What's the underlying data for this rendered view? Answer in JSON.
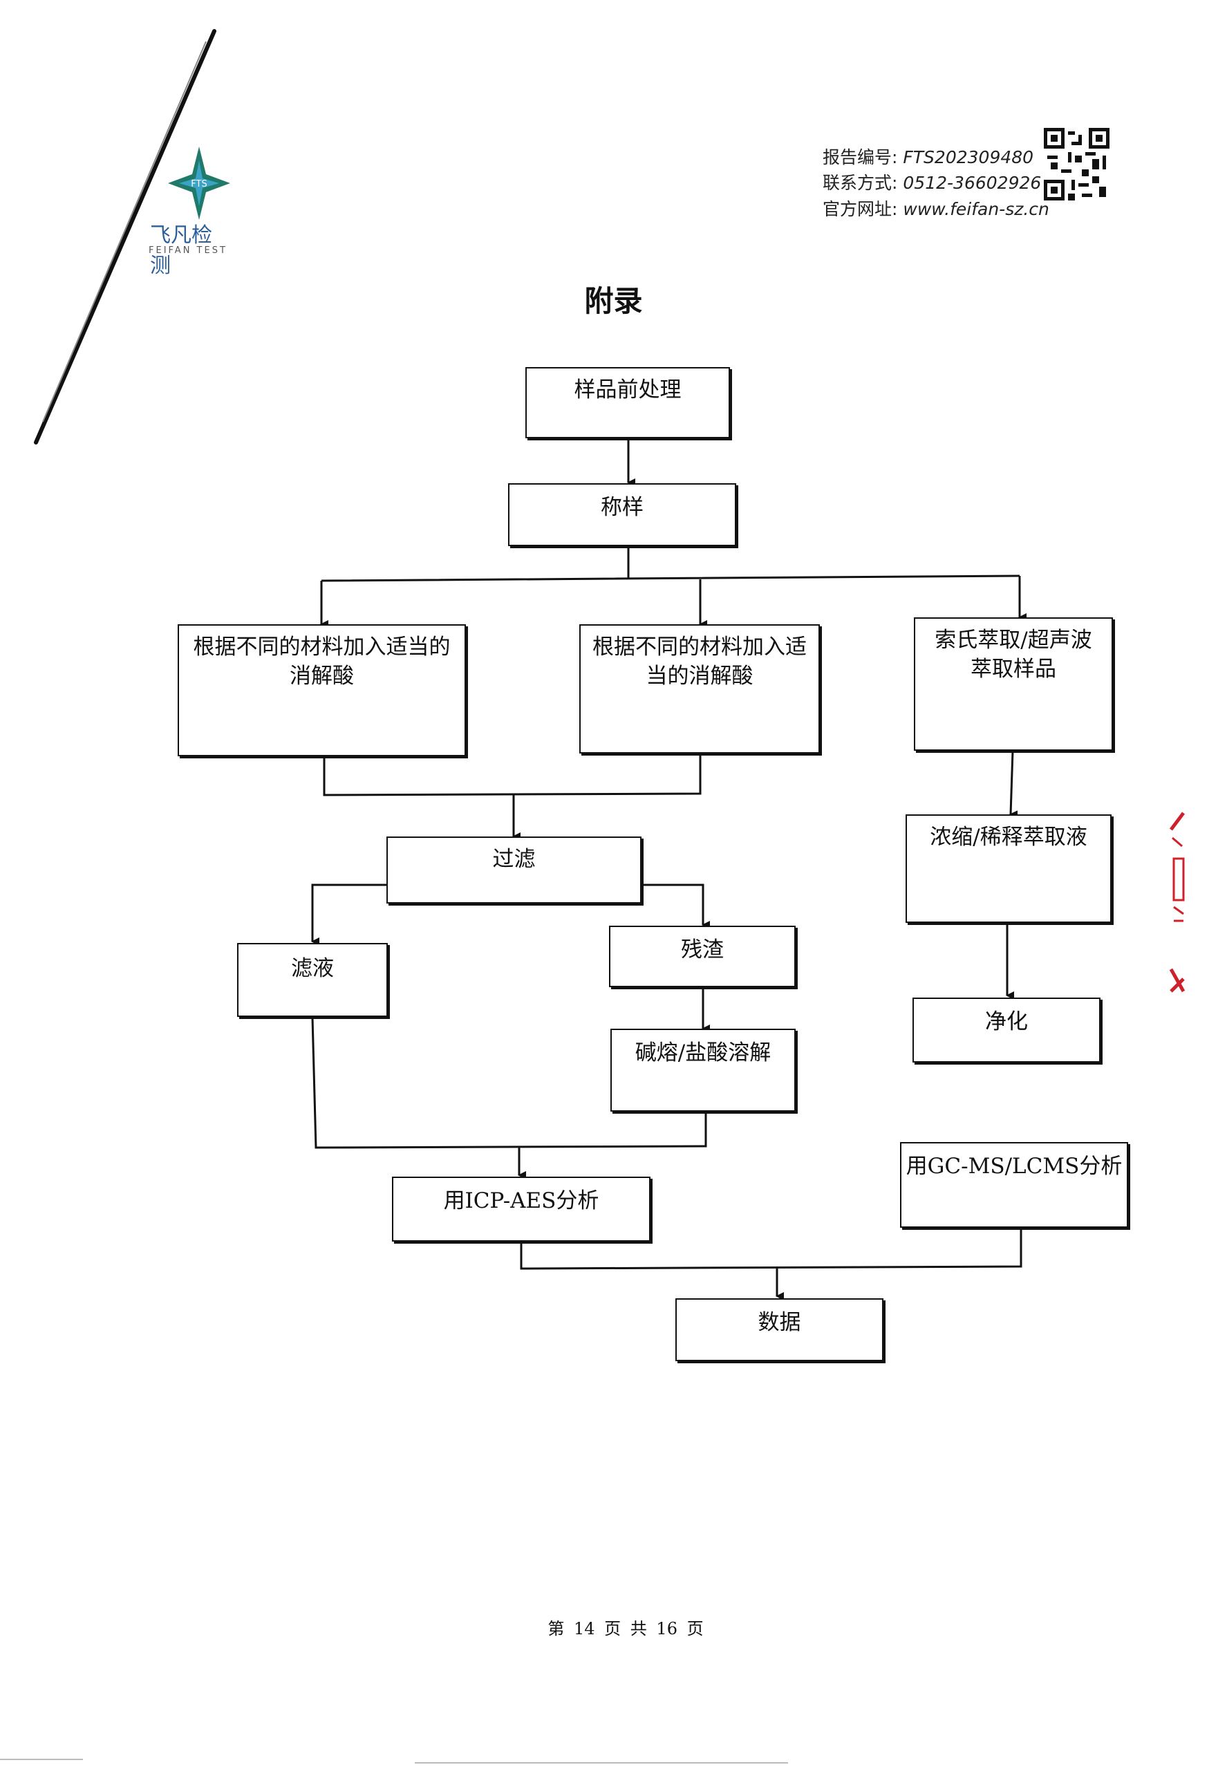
{
  "header": {
    "report_label": "报告编号:",
    "report_no": "FTS202309480",
    "contact_label": "联系方式:",
    "contact_no": "0512-36602926",
    "site_label": "官方网址:",
    "site_url": "www.feifan-sz.cn"
  },
  "logo": {
    "badge": "FTS",
    "name": "飞凡检测",
    "tagline": "FEIFAN TEST"
  },
  "title": "附录",
  "flow": {
    "pretreat": "样品前处理",
    "weigh": "称样",
    "digest_a": [
      "根据不同的材料加入适当的",
      "消解酸"
    ],
    "digest_b": [
      "根据不同的材料加入适",
      "当的消解酸"
    ],
    "extract": [
      "索氏萃取/超声波",
      "萃取样品"
    ],
    "concentrate": "浓缩/稀释萃取液",
    "filter": "过滤",
    "filtrate": "滤液",
    "residue": "残渣",
    "fusion": "碱熔/盐酸溶解",
    "purify": "净化",
    "icp": "用ICP-AES分析",
    "gcms": "用GC-MS/LCMS分析",
    "data": "数据"
  },
  "footer": "第 14 页 共 16 页"
}
